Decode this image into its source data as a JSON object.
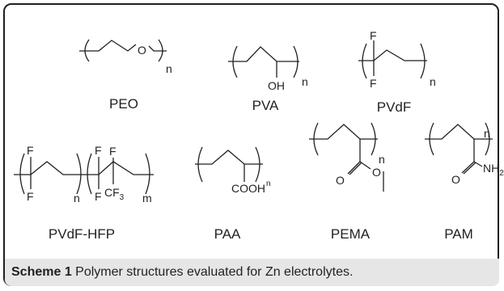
{
  "polymers": [
    {
      "name": "PEO",
      "atoms": {
        "o": "O",
        "n": "n"
      }
    },
    {
      "name": "PVA",
      "atoms": {
        "oh": "OH",
        "n": "n"
      }
    },
    {
      "name": "PVdF",
      "atoms": {
        "f1": "F",
        "f2": "F",
        "n": "n"
      }
    },
    {
      "name": "PVdF-HFP",
      "atoms": {
        "f1": "F",
        "f2": "F",
        "f3": "F",
        "f4": "F",
        "f5": "F",
        "cf3": "CF",
        "cf3_sub": "3",
        "n": "n",
        "m": "m"
      }
    },
    {
      "name": "PAA",
      "atoms": {
        "cooh": "COOH",
        "n": "n"
      }
    },
    {
      "name": "PEMA",
      "atoms": {
        "o1": "O",
        "o2": "O",
        "n": "n"
      }
    },
    {
      "name": "PAM",
      "atoms": {
        "o": "O",
        "nh2": "NH",
        "nh2_sub": "2",
        "n": "n"
      }
    }
  ],
  "caption": {
    "label": "Scheme 1",
    "text": "Polymer structures evaluated for Zn electrolytes."
  }
}
